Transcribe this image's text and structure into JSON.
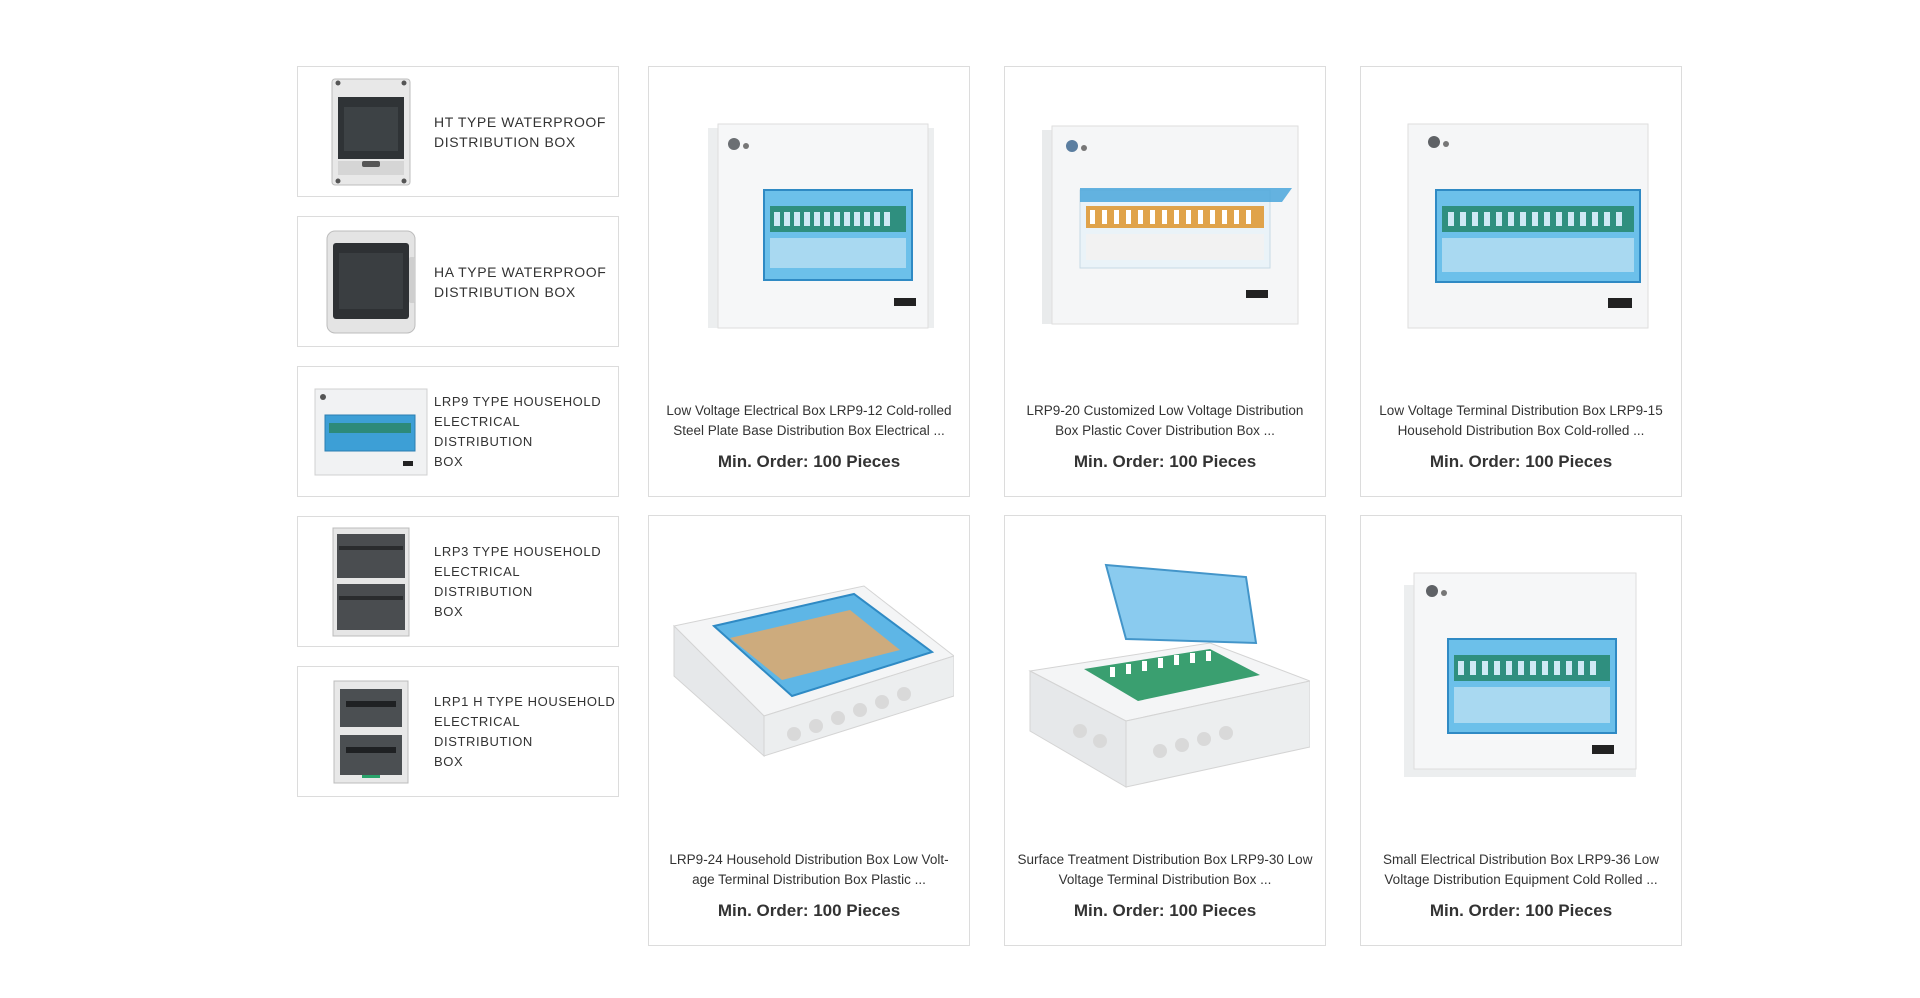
{
  "sidebar": {
    "items": [
      {
        "label_line1": "HT TYPE WATERPROOF",
        "label_line2": "DISTRIBUTION BOX",
        "label_line3": ""
      },
      {
        "label_line1": "HA TYPE WATERPROOF",
        "label_line2": "DISTRIBUTION BOX",
        "label_line3": ""
      },
      {
        "label_line1": "LRP9 TYPE HOUSEHOLD",
        "label_line2": "ELECTRICAL DISTRIBUTION",
        "label_line3": "BOX"
      },
      {
        "label_line1": "LRP3 TYPE HOUSEHOLD",
        "label_line2": "ELECTRICAL DISTRIBUTION",
        "label_line3": "BOX"
      },
      {
        "label_line1": "LRP1 H TYPE HOUSEHOLD",
        "label_line2": "ELECTRICAL DISTRIBUTION",
        "label_line3": "BOX"
      }
    ]
  },
  "products": [
    {
      "title_line1": "Low Voltage Electrical Box LRP9-12 Cold-rolled",
      "title_line2": "Steel Plate Base Distribution Box Electrical ...",
      "moq": "Min. Order: 100 Pieces"
    },
    {
      "title_line1": "LRP9-20 Customized Low Voltage Distribution",
      "title_line2": "Box Plastic Cover Distribution Box ...",
      "moq": "Min. Order: 100 Pieces"
    },
    {
      "title_line1": "Low Voltage Terminal Distribution Box LRP9-15",
      "title_line2": "Household Distribution Box Cold-rolled ...",
      "moq": "Min. Order: 100 Pieces"
    },
    {
      "title_line1": "LRP9-24 Household Distribution Box Low Volt-",
      "title_line2": "age Terminal Distribution Box Plastic ...",
      "moq": "Min. Order: 100 Pieces"
    },
    {
      "title_line1": "Surface Treatment Distribution Box LRP9-30 Low",
      "title_line2": "Voltage Terminal Distribution Box ...",
      "moq": "Min. Order: 100 Pieces"
    },
    {
      "title_line1": "Small Electrical Distribution Box LRP9-36 Low",
      "title_line2": "Voltage Distribution Equipment Cold Rolled ...",
      "moq": "Min. Order: 100 Pieces"
    }
  ],
  "colors": {
    "border": "#dcdcdc",
    "text": "#333333",
    "panel_blue": "#3aa0d8",
    "box_white": "#f2f3f4"
  }
}
